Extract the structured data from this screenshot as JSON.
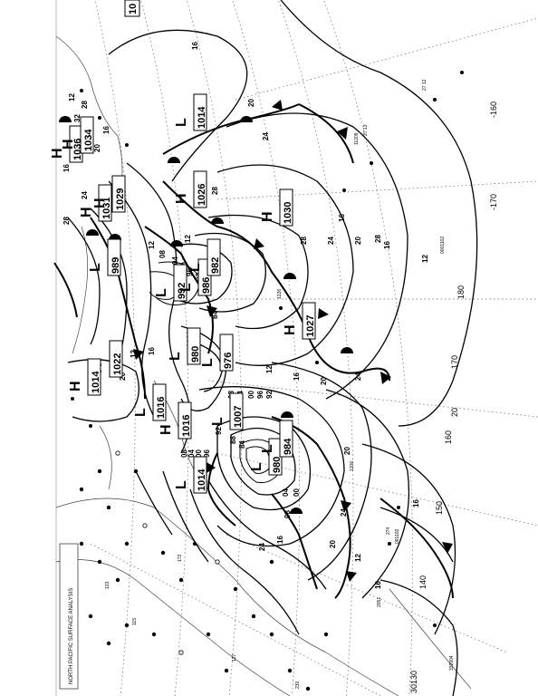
{
  "map": {
    "title_block": "NORTH PACIFIC SURFACE ANALYSIS",
    "longitudes": [
      {
        "label": "-160",
        "rot": -90
      },
      {
        "label": "-170",
        "rot": -90
      },
      {
        "label": "180",
        "rot": -90
      },
      {
        "label": "170",
        "rot": -90
      },
      {
        "label": "160",
        "rot": -90
      },
      {
        "label": "150",
        "rot": -90
      },
      {
        "label": "140",
        "rot": -90
      },
      {
        "label": "130",
        "rot": -90
      },
      {
        "label": "20",
        "rot": -90
      },
      {
        "label": "30",
        "rot": -90
      }
    ],
    "isobar_labels": [
      "16",
      "16",
      "16",
      "20",
      "24",
      "28",
      "12",
      "08",
      "04",
      "00",
      "96",
      "92",
      "88",
      "84",
      "20",
      "24",
      "28",
      "12",
      "16",
      "20",
      "24",
      "28",
      "08",
      "04",
      "00",
      "96",
      "92",
      "84",
      "16",
      "20",
      "24",
      "12",
      "08",
      "12",
      "16",
      "20",
      "24",
      "28",
      "32",
      "16",
      "12",
      "08",
      "04",
      "00",
      "96",
      "92",
      "88",
      "84",
      "12",
      "16",
      "20",
      "24",
      "28",
      "04",
      "00",
      "08",
      "12",
      "16",
      "24",
      "20",
      "16"
    ],
    "highs": [
      {
        "label": "H",
        "value": "1030"
      },
      {
        "label": "H",
        "value": "1027"
      },
      {
        "label": "H",
        "value": "1026"
      },
      {
        "label": "H",
        "value": "1036"
      },
      {
        "label": "H",
        "value": "1034"
      },
      {
        "label": "H",
        "value": "1031"
      },
      {
        "label": "H",
        "value": "1029"
      },
      {
        "label": "H",
        "value": "1022"
      },
      {
        "label": "H",
        "value": "1014"
      },
      {
        "label": "H",
        "value": "1016"
      }
    ],
    "lows": [
      {
        "label": "L",
        "value": "1014"
      },
      {
        "label": "L",
        "value": "989"
      },
      {
        "label": "L",
        "value": "992"
      },
      {
        "label": "L",
        "value": "986"
      },
      {
        "label": "L",
        "value": "982"
      },
      {
        "label": "L",
        "value": "980"
      },
      {
        "label": "L",
        "value": "976"
      },
      {
        "label": "L",
        "value": "1007"
      },
      {
        "label": "L",
        "value": "980"
      },
      {
        "label": "L",
        "value": "984"
      },
      {
        "label": "L",
        "value": "1014"
      },
      {
        "label": "L",
        "value": "1016"
      }
    ],
    "corner_label": "10"
  }
}
